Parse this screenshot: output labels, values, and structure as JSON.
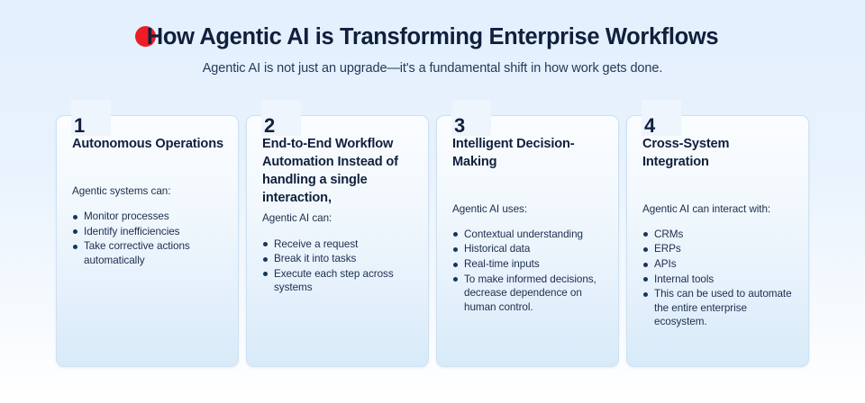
{
  "header": {
    "accent_dot_color": "#ee1c25",
    "title": "How Agentic AI is Transforming Enterprise Workflows",
    "subtitle": "Agentic AI is not just an upgrade—it's a fundamental shift in how work gets done."
  },
  "theme": {
    "page_bg_top": "#e3f0fd",
    "page_bg_bottom": "#ffffff",
    "text_color": "#10203d",
    "card_border": "#cfe2f3",
    "card_bg_top": "#fbfdff",
    "card_bg_bottom": "#d8eaf8",
    "bullet_color": "#14365e"
  },
  "cards": [
    {
      "number": "1",
      "title": "Autonomous Operations",
      "lead": "Agentic systems can:",
      "lead_spacing": "gap",
      "bullets": [
        "Monitor processes",
        "Identify inefficiencies",
        "Take corrective actions automatically"
      ]
    },
    {
      "number": "2",
      "title": "End-to-End Workflow Automation Instead of handling a single interaction,",
      "lead": "Agentic AI can:",
      "lead_spacing": "tight",
      "bullets": [
        "Receive a request",
        "Break it into tasks",
        "Execute each step across systems"
      ]
    },
    {
      "number": "3",
      "title": "Intelligent Decision-Making",
      "lead": "Agentic AI uses:",
      "lead_spacing": "gap",
      "bullets": [
        "Contextual understanding",
        "Historical data",
        "Real-time inputs",
        "To make informed decisions, decrease dependence on human control."
      ]
    },
    {
      "number": "4",
      "title": "Cross-System Integration",
      "lead": "Agentic AI can interact with:",
      "lead_spacing": "gap",
      "bullets": [
        "CRMs",
        "ERPs",
        "APIs",
        "Internal tools",
        "This can be used to automate the entire enterprise ecosystem."
      ]
    }
  ]
}
